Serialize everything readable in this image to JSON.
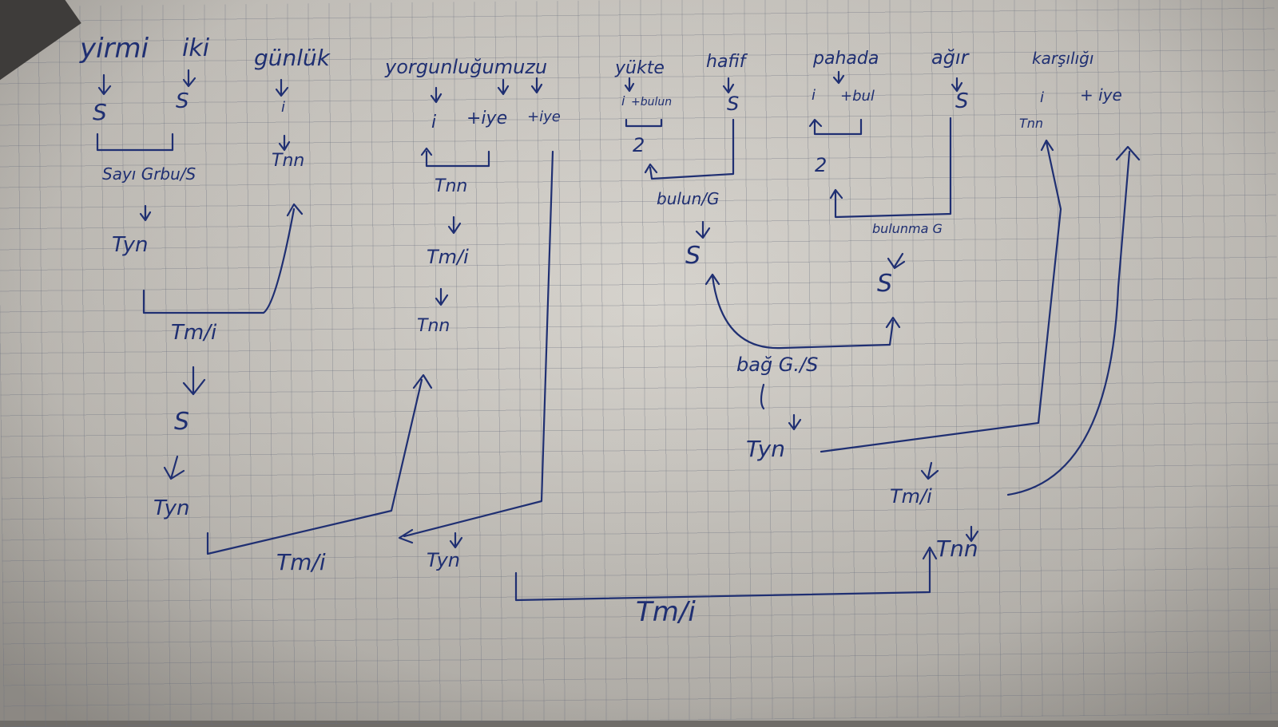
{
  "photo": {
    "paper_color": "#dcd9d3",
    "grid_color": "#696e7d",
    "ink_color": "#1f2f72"
  },
  "notes": {
    "words": {
      "w1": "yirmi",
      "w2": "iki",
      "w3": "günlük",
      "w4": "yorgunluğumuzu",
      "w5": "yükte",
      "w6": "hafif",
      "w7": "pahada",
      "w8": "ağır",
      "w9": "karşılığı"
    },
    "labels": {
      "s1": "S",
      "s2": "S",
      "i1": "i",
      "i2": "i",
      "iye1": "+iye",
      "iye2": "+iye",
      "i3": "i",
      "bulun1": "+bulun",
      "s3": "S",
      "i4": "i",
      "bul2": "+bul",
      "s4": "S",
      "i5": "i",
      "iye3": "+ iye",
      "tnn5": "Tnn",
      "sayi": "Sayı Grbu/S",
      "tyn1": "Tyn",
      "tnn1": "Tnn",
      "tmi1": "Tm/i",
      "s5": "S",
      "tyn2": "Tyn",
      "tmi2": "Tm/i",
      "tnn2": "Tnn",
      "tmi3": "Tm/i",
      "tnn3": "Tnn",
      "tyn3": "Tyn",
      "two1": "2",
      "bulunG": "bulun/G",
      "s6": "S",
      "two2": "2",
      "bulunmaG": "bulunma G",
      "s7": "S",
      "bagG": "bağ G./S",
      "tyn4": "Tyn",
      "tmi4": "Tm/i",
      "tnn4": "Tnn",
      "tmi5": "Tm/i"
    }
  }
}
